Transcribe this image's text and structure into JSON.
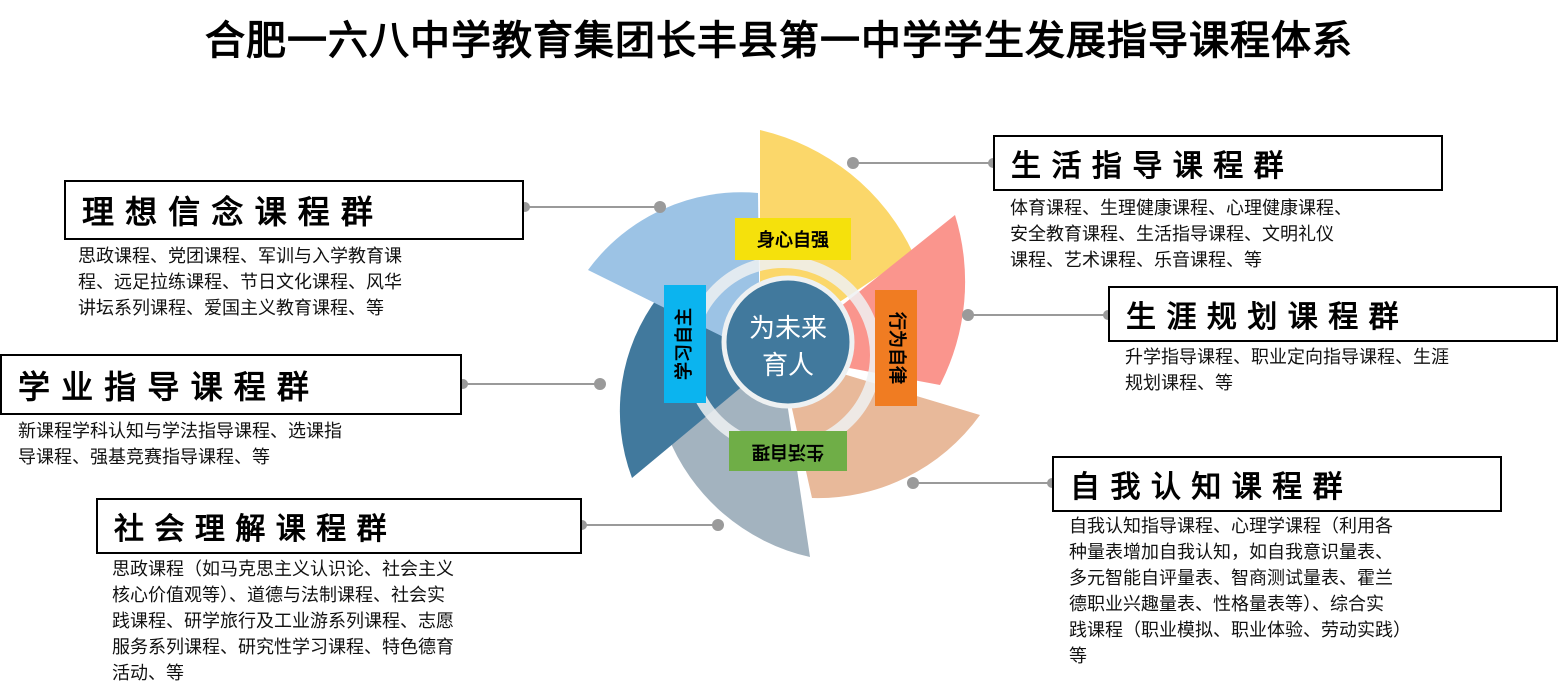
{
  "title": "合肥一六八中学教育集团长丰县第一中学学生发展指导课程体系",
  "center": {
    "line1": "为未来",
    "line2": "育人"
  },
  "inner_labels": {
    "top": "身心自强",
    "right": "行为自律",
    "bottom": "生活自理",
    "left": "学习自主"
  },
  "groups": {
    "ideal": {
      "title": "理 想 信 念 课 程 群",
      "desc": "思政课程、党团课程、军训与入学教育课\n程、远足拉练课程、节日文化课程、风华\n讲坛系列课程、爱国主义教育课程、等"
    },
    "study": {
      "title": "学 业 指 导 课 程 群",
      "desc": "新课程学科认知与学法指导课程、选课指\n导课程、强基竞赛指导课程、等"
    },
    "social": {
      "title": "社 会 理 解 课 程 群",
      "desc": "思政课程（如马克思主义认识论、社会主义\n核心价值观等）、道德与法制课程、社会实\n践课程、研学旅行及工业游系列课程、志愿\n服务系列课程、研究性学习课程、特色德育\n活动、等"
    },
    "life": {
      "title": "生 活 指 导 课 程 群",
      "desc": "体育课程、生理健康课程、心理健康课程、\n安全教育课程、生活指导课程、文明礼仪\n课程、艺术课程、乐音课程、等"
    },
    "career": {
      "title": "生 涯 规 划 课 程 群",
      "desc": "升学指导课程、职业定向指导课程、生涯\n规划课程、等"
    },
    "self": {
      "title": "自 我 认 知 课 程 群",
      "desc": "自我认知指导课程、心理学课程（利用各\n种量表增加自我认知，如自我意识量表、\n多元智能自评量表、智商测试量表、霍兰\n德职业兴趣量表、性格量表等）、综合实\n践课程（职业模拟、职业体验、劳动实践）\n等"
    }
  },
  "colors": {
    "petal_yellow": "#FBD76A",
    "petal_salmon": "#FA958D",
    "petal_peach": "#E8B99A",
    "petal_gray": "#A3B3BF",
    "petal_dark_blue": "#41799D",
    "petal_light_blue": "#9CC3E5",
    "center_circle": "#41799D",
    "label_top": "#F5E10C",
    "label_right": "#F07C22",
    "label_bottom": "#6FAE47",
    "label_left": "#0BB4EF"
  }
}
